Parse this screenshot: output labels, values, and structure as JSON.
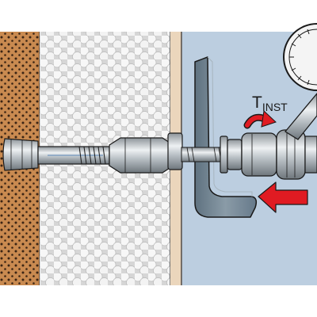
{
  "diagram": {
    "torque_symbol": "T",
    "torque_subscript": "INST",
    "layers": [
      "brick-wall",
      "insulation-layer",
      "plaster-layer",
      "cavity"
    ],
    "components": [
      "anchor-sleeve",
      "anchor-bolt",
      "washer",
      "nut",
      "fixture-bracket",
      "torque-wrench-socket",
      "torque-wrench"
    ],
    "arrows": [
      "rotation-arrow",
      "push-arrow"
    ],
    "colors": {
      "brick": "#c98a50",
      "brick_dots": "#3a2414",
      "insulation": "#dcdcdc",
      "insulation_beads": "#f7f7f7",
      "plaster": "#ebd6bc",
      "cavity": "#bccee0",
      "bracket": "#6f8290",
      "metal": "#c4c9cd",
      "arrow_red": "#e01b22",
      "outline": "#1a1a1a"
    }
  }
}
